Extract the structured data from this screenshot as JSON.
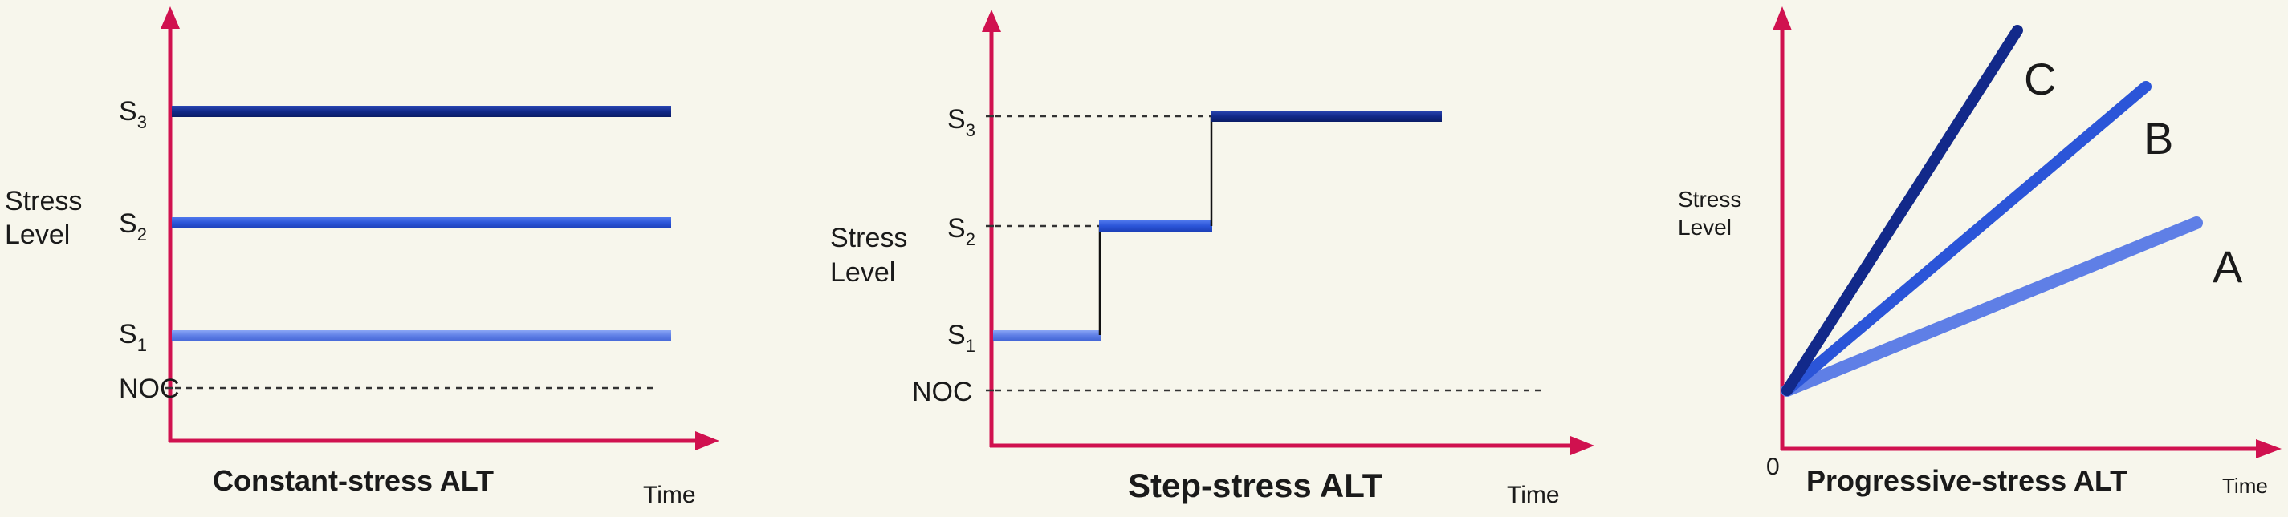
{
  "colors": {
    "axis": "#d0114f",
    "s1": "#5f7fe6",
    "s2": "#2b55d8",
    "s3": "#12298a",
    "background": "#f7f6ec"
  },
  "panel1": {
    "caption": "Constant-stress ALT",
    "time_label": "Time",
    "stress_label_line1": "Stress",
    "stress_label_line2": "Level",
    "levels": [
      {
        "main": "S",
        "sub": "3"
      },
      {
        "main": "S",
        "sub": "2"
      },
      {
        "main": "S",
        "sub": "1"
      }
    ],
    "noc_label": "NOC"
  },
  "panel2": {
    "caption": "Step-stress ALT",
    "time_label": "Time",
    "stress_label_line1": "Stress",
    "stress_label_line2": "Level",
    "levels": [
      {
        "main": "S",
        "sub": "3"
      },
      {
        "main": "S",
        "sub": "2"
      },
      {
        "main": "S",
        "sub": "1"
      }
    ],
    "noc_label": "NOC"
  },
  "panel3": {
    "caption": "Progressive-stress ALT",
    "time_label": "Time",
    "origin_label": "0",
    "stress_label_line1": "Stress",
    "stress_label_line2": "Level",
    "lines": [
      {
        "label": "C"
      },
      {
        "label": "B"
      },
      {
        "label": "A"
      }
    ]
  }
}
